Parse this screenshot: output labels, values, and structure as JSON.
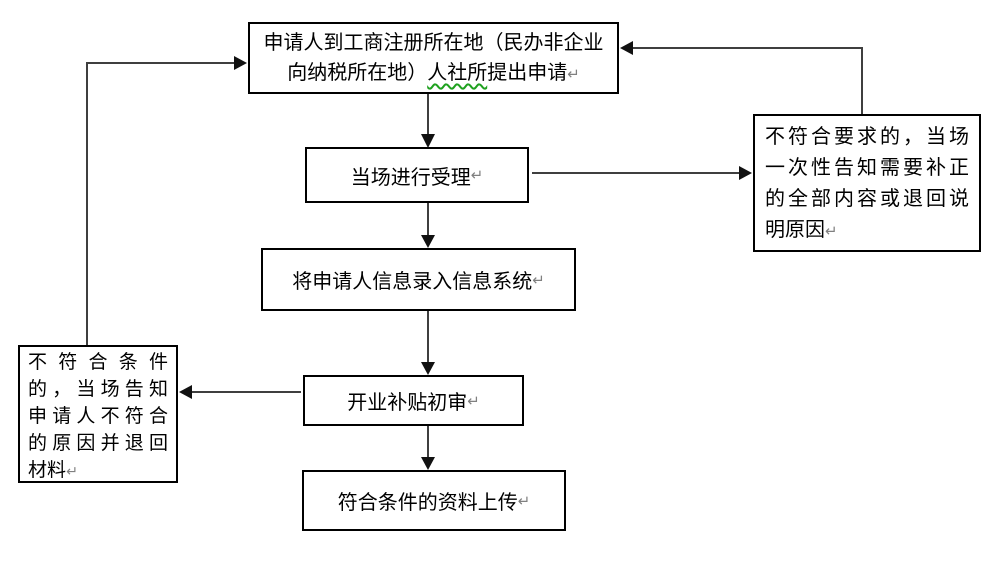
{
  "diagram": {
    "return_mark": "↵",
    "colors": {
      "box_border": "#000000",
      "connector_line": "#3f3f3f",
      "arrowhead": "#111111",
      "wavy_underline": "#1fa11f",
      "paragraph_mark": "#808080",
      "background": "#ffffff"
    },
    "boxes": {
      "apply": {
        "line1": "申请人到工商注册所在地（民办非企业",
        "line2_pre": "向纳税所在地）",
        "line2_wavy": "人社所",
        "line2_post": "提出申请"
      },
      "accept": {
        "label": "当场进行受理"
      },
      "record": {
        "label": "将申请人信息录入信息系统"
      },
      "review": {
        "label": "开业补贴初审"
      },
      "upload": {
        "label": "符合条件的资料上传"
      },
      "reject_right": {
        "line1": "不符合要求的，当场",
        "line2": "一次性告知需要补正",
        "line3": "的全部内容或退回说",
        "line4": "明原因"
      },
      "reject_left": {
        "line1": "不符合条件",
        "line2": "的，当场告知",
        "line3": "申请人不符合",
        "line4": "的原因并退回",
        "line5": "材料"
      }
    }
  }
}
